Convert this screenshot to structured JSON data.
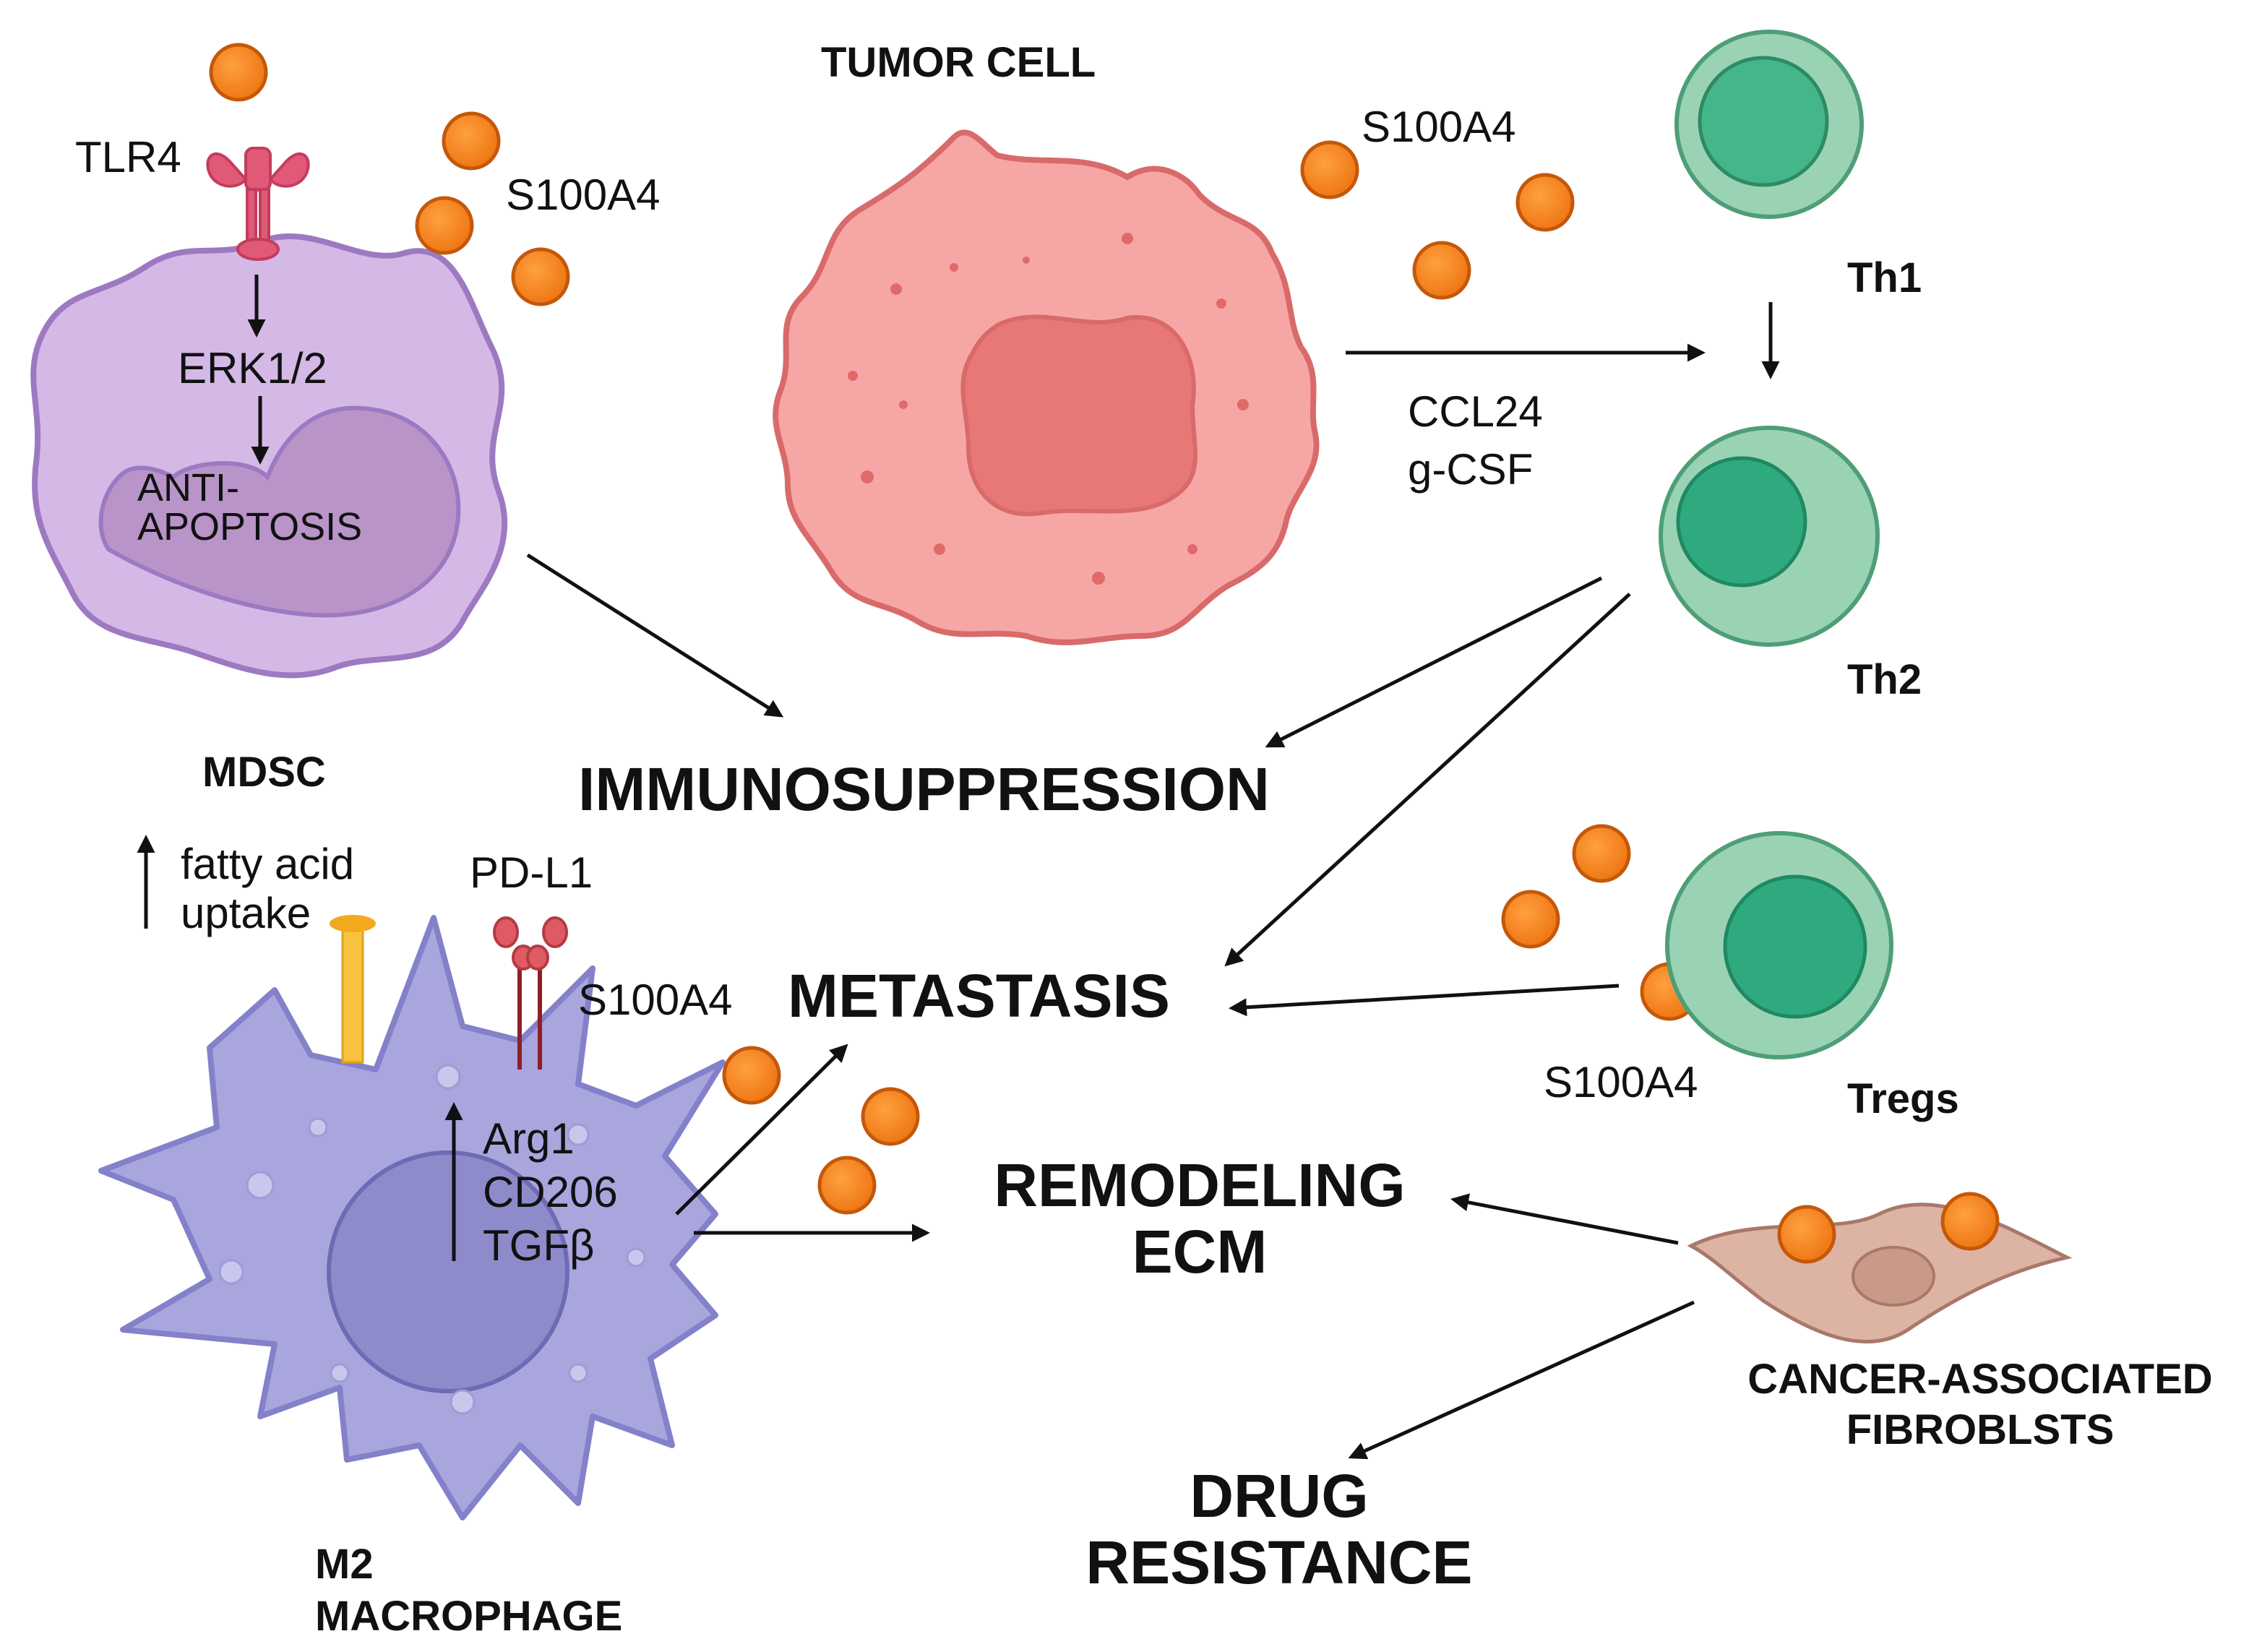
{
  "colors": {
    "s100a4_protein": "#F58220",
    "mdsc_cell": "#D4B8E6",
    "tumor_cell": "#F7A6A6",
    "t_cell": "#9AD3B4",
    "macrophage": "#A9A6DE",
    "fibroblast": "#DDB4A4",
    "arrow": "#111111"
  },
  "mdsc": {
    "receptor_label": "TLR4",
    "ligand_label": "S100A4",
    "signal_label": "ERK1/2",
    "outcome_line1": "ANTI-",
    "outcome_line2": "APOPTOSIS",
    "cell_label": "MDSC"
  },
  "tumor": {
    "cell_label": "TUMOR CELL",
    "ligand_label": "S100A4",
    "factor1": "CCL24",
    "factor2": "g-CSF"
  },
  "tcells": {
    "th1_label": "Th1",
    "th2_label": "Th2",
    "tregs_label": "Tregs",
    "tregs_ligand_label": "S100A4"
  },
  "macrophage": {
    "uptake_line1": "fatty acid",
    "uptake_line2": "uptake",
    "checkpoint_label": "PD-L1",
    "ligand_label": "S100A4",
    "marker1": "Arg1",
    "marker2": "CD206",
    "marker3": "TGFβ",
    "cell_label_line1": "M2",
    "cell_label_line2": "MACROPHAGE"
  },
  "outcomes": {
    "immunosuppression": "IMMUNOSUPPRESSION",
    "metastasis": "METASTASIS",
    "remodeling_line1": "REMODELING",
    "remodeling_line2": "ECM",
    "drug_line1": "DRUG",
    "drug_line2": "RESISTANCE"
  },
  "fibroblast": {
    "label_line1": "CANCER-ASSOCIATED",
    "label_line2": "FIBROBLSTS"
  }
}
